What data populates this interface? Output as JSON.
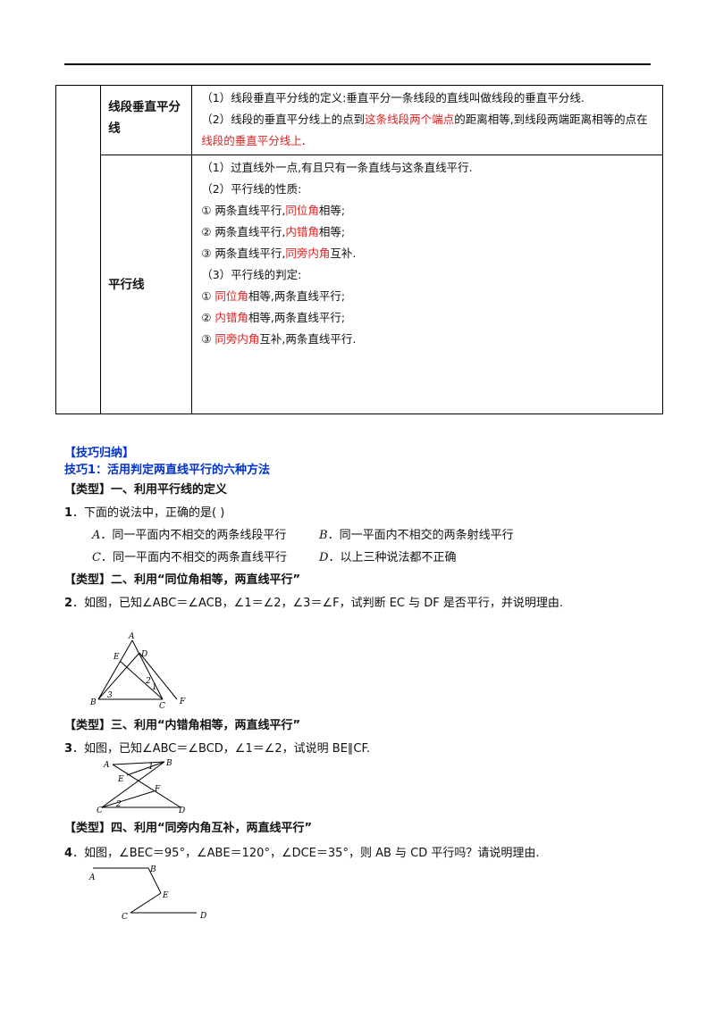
{
  "table": {
    "rows": [
      {
        "term": "线段垂直平分线",
        "lines": [
          [
            {
              "t": "（1）线段垂直平分线的定义:垂直平分一条线段的直线叫做线段的垂直平分线."
            }
          ],
          [
            {
              "t": "（2）线段的垂直平分线上的点到"
            },
            {
              "t": "这条线段两个端点",
              "red": true
            },
            {
              "t": "的距离相等,到线段两端距离相等的点在"
            },
            {
              "t": "线段的垂直平分线上",
              "red": true
            },
            {
              "t": "."
            }
          ]
        ]
      },
      {
        "term": "平行线",
        "lines": [
          [
            {
              "t": "（1）过直线外一点,有且只有一条直线与这条直线平行."
            }
          ],
          [
            {
              "t": "（2）平行线的性质:"
            }
          ],
          [
            {
              "t": "① 两条直线平行,"
            },
            {
              "t": "同位角",
              "red": true
            },
            {
              "t": "相等;"
            }
          ],
          [
            {
              "t": "② 两条直线平行,"
            },
            {
              "t": "内错角",
              "red": true
            },
            {
              "t": "相等;"
            }
          ],
          [
            {
              "t": "③ 两条直线平行,"
            },
            {
              "t": "同旁内角",
              "red": true
            },
            {
              "t": "互补."
            }
          ],
          [
            {
              "t": "（3）平行线的判定:"
            }
          ],
          [
            {
              "t": "①  "
            },
            {
              "t": "同位角",
              "red": true
            },
            {
              "t": "相等,两条直线平行;"
            }
          ],
          [
            {
              "t": "②  "
            },
            {
              "t": "内错角",
              "red": true
            },
            {
              "t": "相等,两条直线平行;"
            }
          ],
          [
            {
              "t": "③  "
            },
            {
              "t": "同旁内角",
              "red": true
            },
            {
              "t": "互补,两条直线平行."
            }
          ]
        ]
      }
    ]
  },
  "section": {
    "heading": "【技巧归纳】",
    "tip_title": "技巧1：活用判定两直线平行的六种方法"
  },
  "types": {
    "t1": "【类型】一、利用平行线的定义",
    "t2": "【类型】二、利用“同位角相等，两直线平行”",
    "t3": "【类型】三、利用“内错角相等，两直线平行”",
    "t4": "【类型】四、利用“同旁内角互补，两直线平行”"
  },
  "questions": {
    "q1": {
      "num": "1",
      "text": "．下面的说法中，正确的是(      )",
      "options": [
        {
          "letter": "A",
          "text": "．同一平面内不相交的两条线段平行"
        },
        {
          "letter": "B",
          "text": "．同一平面内不相交的两条射线平行"
        },
        {
          "letter": "C",
          "text": "．同一平面内不相交的两条直线平行"
        },
        {
          "letter": "D",
          "text": "．以上三种说法都不正确"
        }
      ]
    },
    "q2": {
      "num": "2",
      "text": "．如图，已知∠ABC＝∠ACB，∠1＝∠2，∠3＝∠F，试判断 EC 与 DF 是否平行，并说明理由."
    },
    "q3": {
      "num": "3",
      "text": "．如图，已知∠ABC＝∠BCD，∠1＝∠2，试说明 BE∥CF."
    },
    "q4": {
      "num": "4",
      "text": "．如图，∠BEC＝95°，∠ABE＝120°，∠DCE＝35°，则 AB 与 CD 平行吗？请说明理由."
    }
  },
  "figures": {
    "fig2": {
      "labels": [
        "A",
        "E",
        "D",
        "2",
        "1",
        "3",
        "B",
        "C",
        "F"
      ]
    },
    "fig3": {
      "labels": [
        "A",
        "B",
        "1",
        "E",
        "F",
        "2",
        "C",
        "D"
      ]
    },
    "fig4": {
      "labels": [
        "A",
        "B",
        "E",
        "C",
        "D"
      ]
    }
  }
}
